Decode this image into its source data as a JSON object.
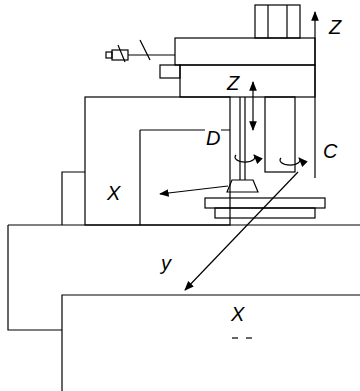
{
  "diagram": {
    "labels": [
      "Z",
      "Z",
      "D",
      "C",
      "X",
      "y",
      "X"
    ]
  }
}
